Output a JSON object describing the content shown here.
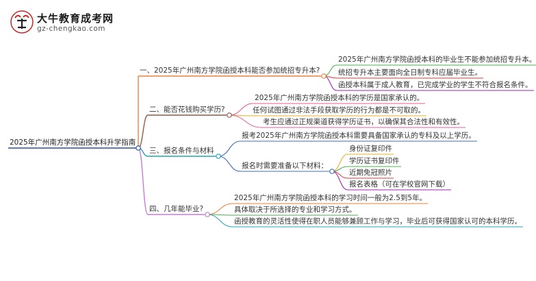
{
  "logo": {
    "title": "大牛教育成考网",
    "url": "gz-chengkao.com"
  },
  "root": "2025年广州南方学院函授本科升学指南",
  "branches": [
    {
      "label": "一、2025年广州南方学院函授本科能否参加统招专升本?",
      "color": "#e8823a",
      "children": [
        {
          "label": "2025年广州南方学院函授本科的毕业生不能参加统招专升本。",
          "color": "#4caf50"
        },
        {
          "label": "统招专升本主要面向全日制专科应届毕业生。",
          "color": "#e53935"
        },
        {
          "label": "函授本科属于成人教育，已完成学业的学生不符合报名条件。",
          "color": "#9c27b0"
        }
      ]
    },
    {
      "label": "二、能否花钱购买学历?",
      "color": "#8d5a4a",
      "children": [
        {
          "label": "2025年广州南方学院函授本科的学历是国家承认的。",
          "color": "#ec5b9a"
        },
        {
          "label": "任何试图通过非法手段获取学历的行为都是不可取的。",
          "color": "#e4b02a"
        },
        {
          "label": "考生应通过正规渠道获得学历证书，以确保其合法性和有效性。",
          "color": "#ec5b9a"
        }
      ]
    },
    {
      "label": "三、报名条件与材料",
      "color": "#1fa7b7",
      "children": [
        {
          "label": "报考2025年广州南方学院函授本科需要具备国家承认的专科及以上学历。",
          "color": "#3f6fc1"
        },
        {
          "label": "报名时需要准备以下材料：",
          "color": "#3f6fc1",
          "children": [
            {
              "label": "身份证复印件",
              "color": "#e4b02a"
            },
            {
              "label": "学历证书复印件",
              "color": "#4caf50"
            },
            {
              "label": "近期免冠照片",
              "color": "#e53935"
            },
            {
              "label": "报名表格（可在学校官网下载）",
              "color": "#9c27b0"
            }
          ]
        }
      ]
    },
    {
      "label": "四、几年能毕业?",
      "color": "#c57bd3",
      "children": [
        {
          "label": "2025年广州南方学院函授本科的学习时间一般为2.5到5年。",
          "color": "#e8823a"
        },
        {
          "label": "具体取决于所选择的专业和学习方式。",
          "color": "#4caf50"
        },
        {
          "label": "函授教育的灵活性使得在职人员能够兼顾工作与学习，毕业后可获得国家认可的本科学历。",
          "color": "#1fa7b7"
        }
      ]
    }
  ],
  "root_color": "#2d4f9a"
}
